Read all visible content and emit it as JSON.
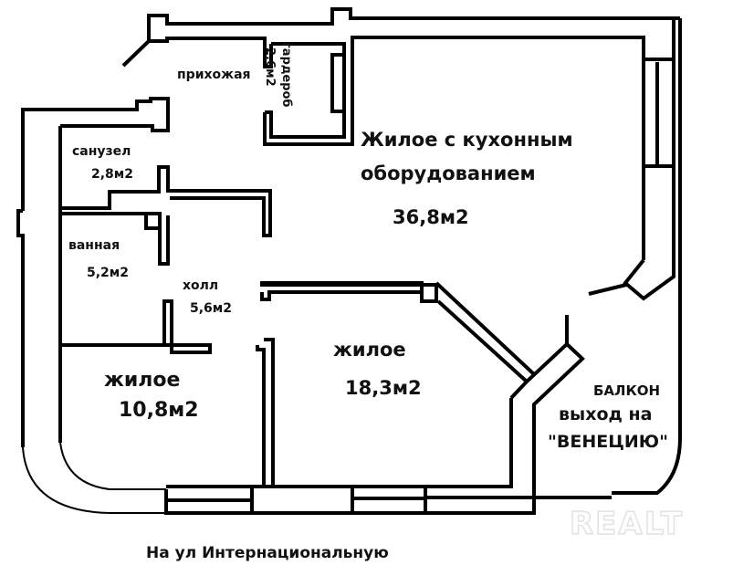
{
  "plan": {
    "rooms": [
      {
        "id": "entrance",
        "name": "прихожая",
        "area": ""
      },
      {
        "id": "wardrobe",
        "name": "гардероб",
        "area": "2,6м2"
      },
      {
        "id": "bathroom-wc",
        "name": "санузел",
        "area": "2,8м2"
      },
      {
        "id": "bath",
        "name": "ванная",
        "area": "5,2м2"
      },
      {
        "id": "hall",
        "name": "холл",
        "area": "5,6м2"
      },
      {
        "id": "living-kitchen",
        "name_line1": "Жилое с кухонным",
        "name_line2": "оборудованием",
        "area": "36,8м2"
      },
      {
        "id": "bedroom-small",
        "name": "жилое",
        "area": "10,8м2"
      },
      {
        "id": "bedroom-large",
        "name": "жилое",
        "area": "18,3м2"
      }
    ],
    "balcony": {
      "title": "БАЛКОН",
      "line1": "выход на",
      "line2": "\"ВЕНЕЦИЮ\""
    },
    "street_label": "На ул Интернациональную",
    "watermark": "REALT"
  }
}
